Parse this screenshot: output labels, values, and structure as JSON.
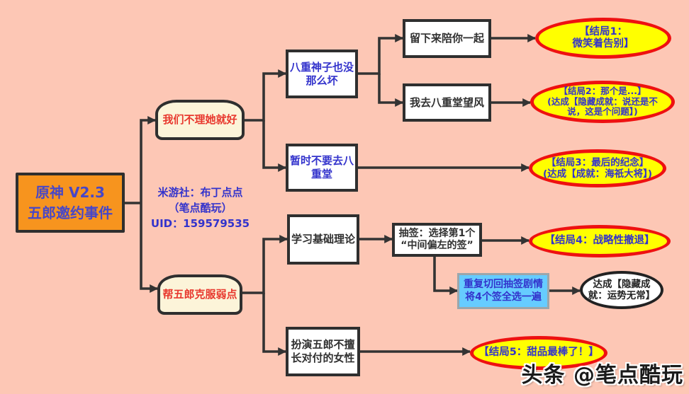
{
  "palette": {
    "background": "#FDC7B5",
    "line": "#333333",
    "root_fill": "#F7941E",
    "root_text": "#4747C8",
    "cream_fill": "#FCF4D9",
    "red_text": "#E8382E",
    "blue_text": "#3333CC",
    "ending_fill": "#FFFF00",
    "ending_border": "#EE1111",
    "cyan_fill": "#66CCFF"
  },
  "root": {
    "label": "原神 V2.3\n五郎邀约事件"
  },
  "annotation": {
    "label": "米游社：布丁点点\n（笔点酷玩）\nUID：159579535"
  },
  "nodes": {
    "ignore_her": {
      "label": "我们不理她就好"
    },
    "yae_not_bad": {
      "label": "八重神子也没\n那么坏"
    },
    "stay_with_you": {
      "label": "留下来陪你一起"
    },
    "lookout": {
      "label": "我去八重堂望风"
    },
    "dont_go_yae": {
      "label": "暂时不要去八\n重堂"
    },
    "help_gorou": {
      "label": "帮五郎克服弱点"
    },
    "study_theory": {
      "label": "学习基础理论"
    },
    "draw_lots": {
      "label": "抽签：选择第1个\n“中间偏左的签”"
    },
    "repeat_draw": {
      "label": "重复切回抽签剧情\n将4个签全选一遍"
    },
    "roleplay": {
      "label": "扮演五郎不擅\n长对付的女性"
    }
  },
  "endings": {
    "ending1": {
      "label": "【结局1：\n微笑着告别】"
    },
    "ending2": {
      "label": "【结局2：那个是...】\n(达成【隐藏成就：说还是不\n说，这是个问题】)"
    },
    "ending3": {
      "label": "【结局3：最后的纪念】\n(达成【成就：海祇大将】)"
    },
    "ending4": {
      "label": "【结局4：战略性撤退】"
    },
    "ending5": {
      "label": "【结局5：甜品最棒了！】"
    },
    "hidden_achievement": {
      "label": "达成【隐藏成\n就：运势无常】"
    }
  },
  "watermark": {
    "label": "头条 @笔点酷玩"
  }
}
